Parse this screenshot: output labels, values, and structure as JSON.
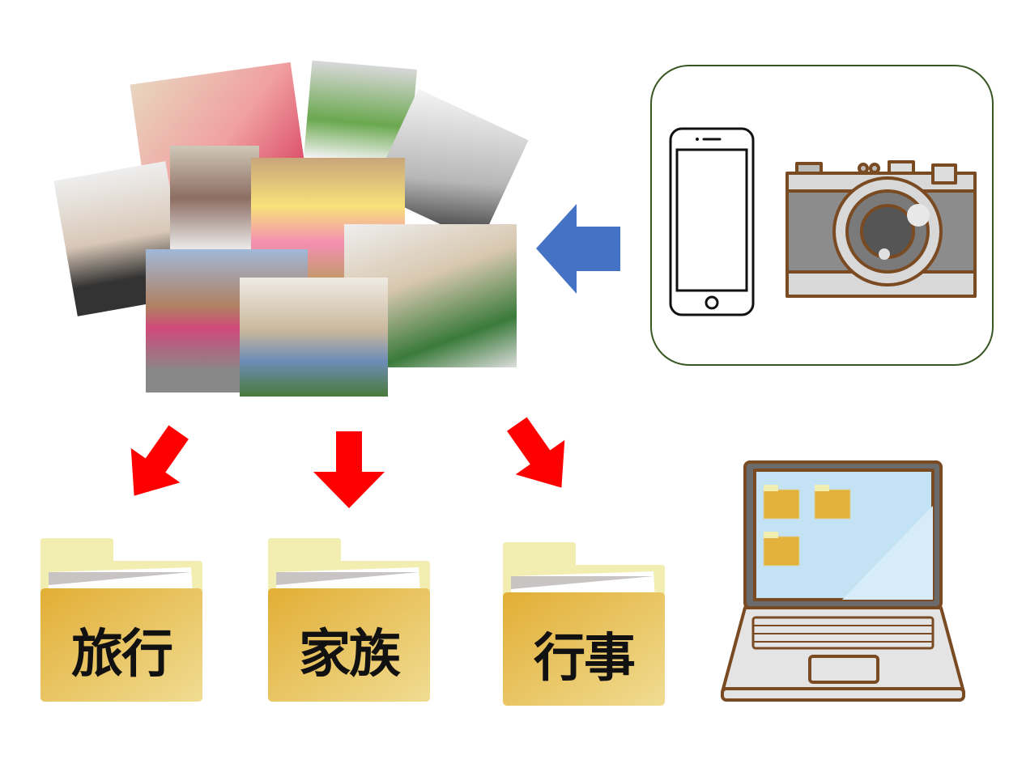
{
  "folders": [
    {
      "label": "旅行"
    },
    {
      "label": "家族"
    },
    {
      "label": "行事"
    }
  ],
  "colors": {
    "blue_arrow": "#4472C4",
    "red_arrow": "#FF0000",
    "device_box_border": "#385723",
    "folder_gold": "#E2B23C",
    "folder_light": "#F2EDB0",
    "illustration_brown": "#7A4A22"
  }
}
